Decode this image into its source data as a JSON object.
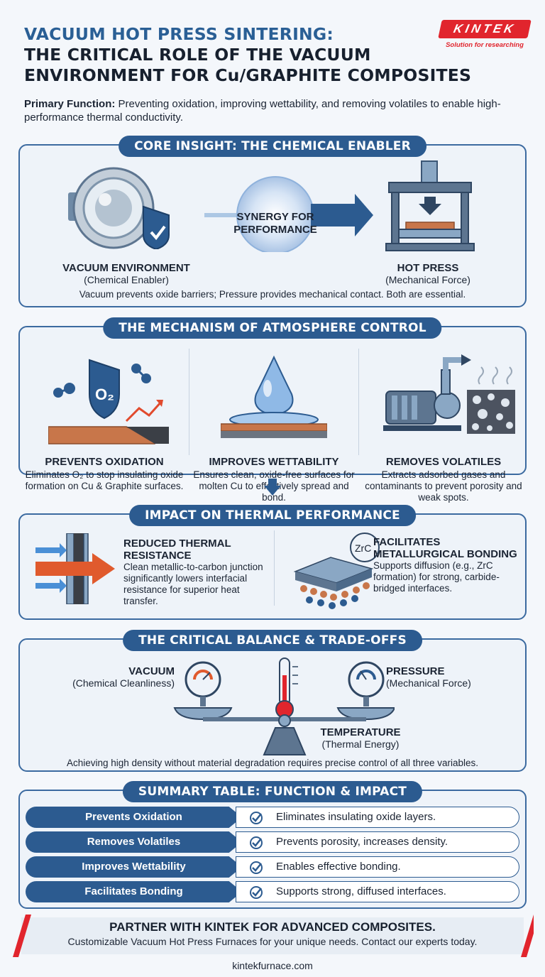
{
  "header": {
    "title_line1": "VACUUM HOT PRESS SINTERING:",
    "title_line2": "THE CRITICAL ROLE OF THE VACUUM",
    "title_line3": "ENVIRONMENT FOR Cu/GRAPHITE COMPOSITES",
    "logo_text": "KINTEK",
    "logo_tagline": "Solution for researching",
    "primary_label": "Primary Function:",
    "primary_text": "Preventing oxidation, improving wettability, and removing volatiles to enable high-performance thermal conductivity."
  },
  "core": {
    "heading": "CORE INSIGHT: THE CHEMICAL ENABLER",
    "left_title": "VACUUM ENVIRONMENT",
    "left_sub": "(Chemical Enabler)",
    "center": "SYNERGY FOR PERFORMANCE",
    "right_title": "HOT PRESS",
    "right_sub": "(Mechanical Force)",
    "footer": "Vacuum prevents oxide barriers; Pressure provides mechanical contact. Both are essential."
  },
  "mechanism": {
    "heading": "THE MECHANISM OF ATMOSPHERE CONTROL",
    "items": [
      {
        "title": "PREVENTS OXIDATION",
        "text": "Eliminates O₂ to stop insulating oxide formation on Cu & Graphite surfaces.",
        "badge": "O₂"
      },
      {
        "title": "IMPROVES WETTABILITY",
        "text": "Ensures clean, oxide-free surfaces for molten Cu to effectively spread and bond."
      },
      {
        "title": "REMOVES VOLATILES",
        "text": "Extracts adsorbed gases and contaminants to prevent porosity and weak spots."
      }
    ]
  },
  "impact": {
    "heading": "IMPACT ON THERMAL PERFORMANCE",
    "left_title": "REDUCED THERMAL RESISTANCE",
    "left_text": "Clean metallic-to-carbon junction significantly lowers interfacial resistance for superior heat transfer.",
    "right_title": "FACILITATES METALLURGICAL BONDING",
    "right_text": "Supports diffusion (e.g., ZrC formation) for strong, carbide-bridged interfaces.",
    "zrc": "ZrC"
  },
  "balance": {
    "heading": "THE CRITICAL BALANCE & TRADE-OFFS",
    "vacuum_title": "VACUUM",
    "vacuum_sub": "(Chemical Cleanliness)",
    "pressure_title": "PRESSURE",
    "pressure_sub": "(Mechanical Force)",
    "temp_title": "TEMPERATURE",
    "temp_sub": "(Thermal Energy)",
    "footer": "Achieving high density without material degradation requires precise control of all three variables."
  },
  "summary": {
    "heading": "SUMMARY TABLE: FUNCTION & IMPACT",
    "rows": [
      {
        "function": "Prevents Oxidation",
        "impact": "Eliminates insulating oxide layers."
      },
      {
        "function": "Removes Volatiles",
        "impact": "Prevents porosity, increases density."
      },
      {
        "function": "Improves Wettability",
        "impact": "Enables effective bonding."
      },
      {
        "function": "Facilitates Bonding",
        "impact": "Supports strong, diffused interfaces."
      }
    ]
  },
  "cta": {
    "title": "PARTNER WITH KINTEK FOR ADVANCED COMPOSITES.",
    "text": "Customizable Vacuum Hot Press Furnaces for your unique needs. Contact our experts today.",
    "url": "kintekfurnace.com"
  },
  "colors": {
    "primary": "#2c5b90",
    "accent": "#e1252d",
    "copper": "#c8764a"
  }
}
